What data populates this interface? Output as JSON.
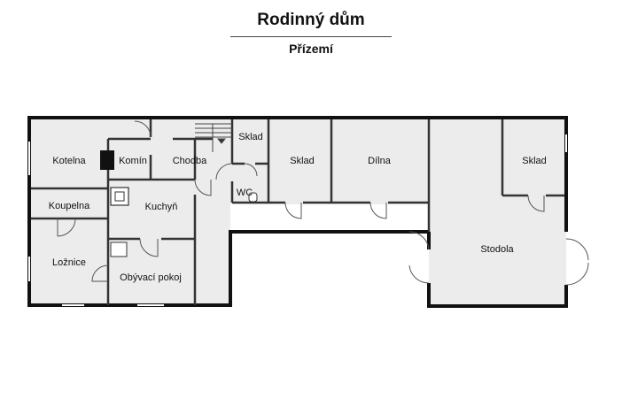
{
  "header": {
    "title": "Rodinný dům",
    "subtitle": "Přízemí"
  },
  "rooms": [
    {
      "id": "kotelna",
      "label": "Kotelna"
    },
    {
      "id": "komin",
      "label": "Komín"
    },
    {
      "id": "chodba",
      "label": "Chodba"
    },
    {
      "id": "sklad1",
      "label": "Sklad"
    },
    {
      "id": "wc",
      "label": "WC"
    },
    {
      "id": "sklad2",
      "label": "Sklad"
    },
    {
      "id": "dilna",
      "label": "Dílna"
    },
    {
      "id": "sklad3",
      "label": "Sklad"
    },
    {
      "id": "koupelna",
      "label": "Koupelna"
    },
    {
      "id": "kuchyn",
      "label": "Kuchyň"
    },
    {
      "id": "loznice",
      "label": "Ložnice"
    },
    {
      "id": "obyvaci",
      "label": "Obývací pokoj"
    },
    {
      "id": "stodola",
      "label": "Stodola"
    }
  ],
  "colors": {
    "wall": "#111111",
    "floor": "#ececec",
    "inner_wall": "#333333"
  }
}
